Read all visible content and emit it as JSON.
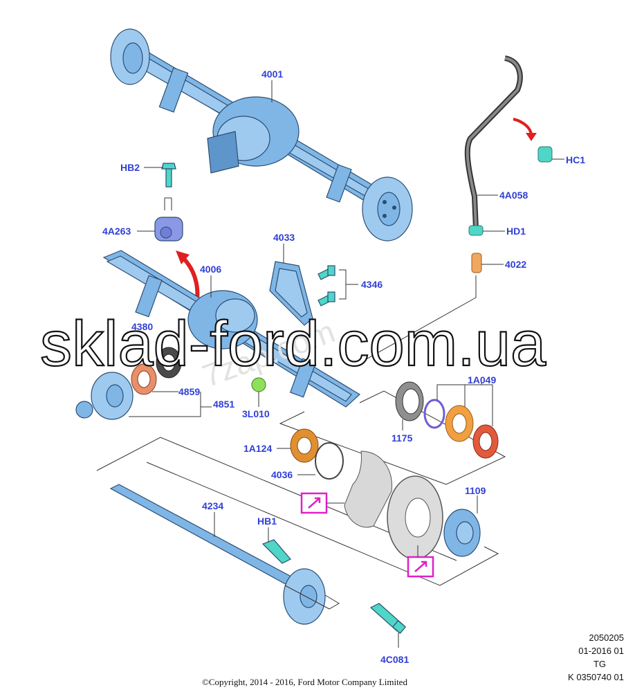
{
  "labels": {
    "l4001": "4001",
    "lHB2": "HB2",
    "l4A263": "4A263",
    "l4033": "4033",
    "l4006": "4006",
    "l4346": "4346",
    "l4380": "4380",
    "l4859": "4859",
    "l4851": "4851",
    "l3L010": "3L010",
    "l4A058": "4A058",
    "lHC1": "HC1",
    "lHD1": "HD1",
    "l4022": "4022",
    "l1A049": "1A049",
    "l1175": "1175",
    "l1A124": "1A124",
    "l4036": "4036",
    "l1109": "1109",
    "l4234": "4234",
    "lHB1": "HB1",
    "l4C081": "4C081"
  },
  "watermark": {
    "text": "sklad-ford.com.ua",
    "faint": "7zap.com"
  },
  "footer": {
    "copyright": "©Copyright, 2014 - 2016, Ford Motor Company Limited",
    "code_line1": "2050205",
    "code_line2": "01-2016 01",
    "code_line3": "TG",
    "code_line4": "K 0350740 01"
  },
  "colors": {
    "label_blue": "#2f3fd6",
    "part_blue": "#7fb6e6",
    "seal_orange": "#e0923a",
    "seal_red": "#e25a3c",
    "arrow_red": "#e02020",
    "callout_magenta": "#e020c8"
  }
}
